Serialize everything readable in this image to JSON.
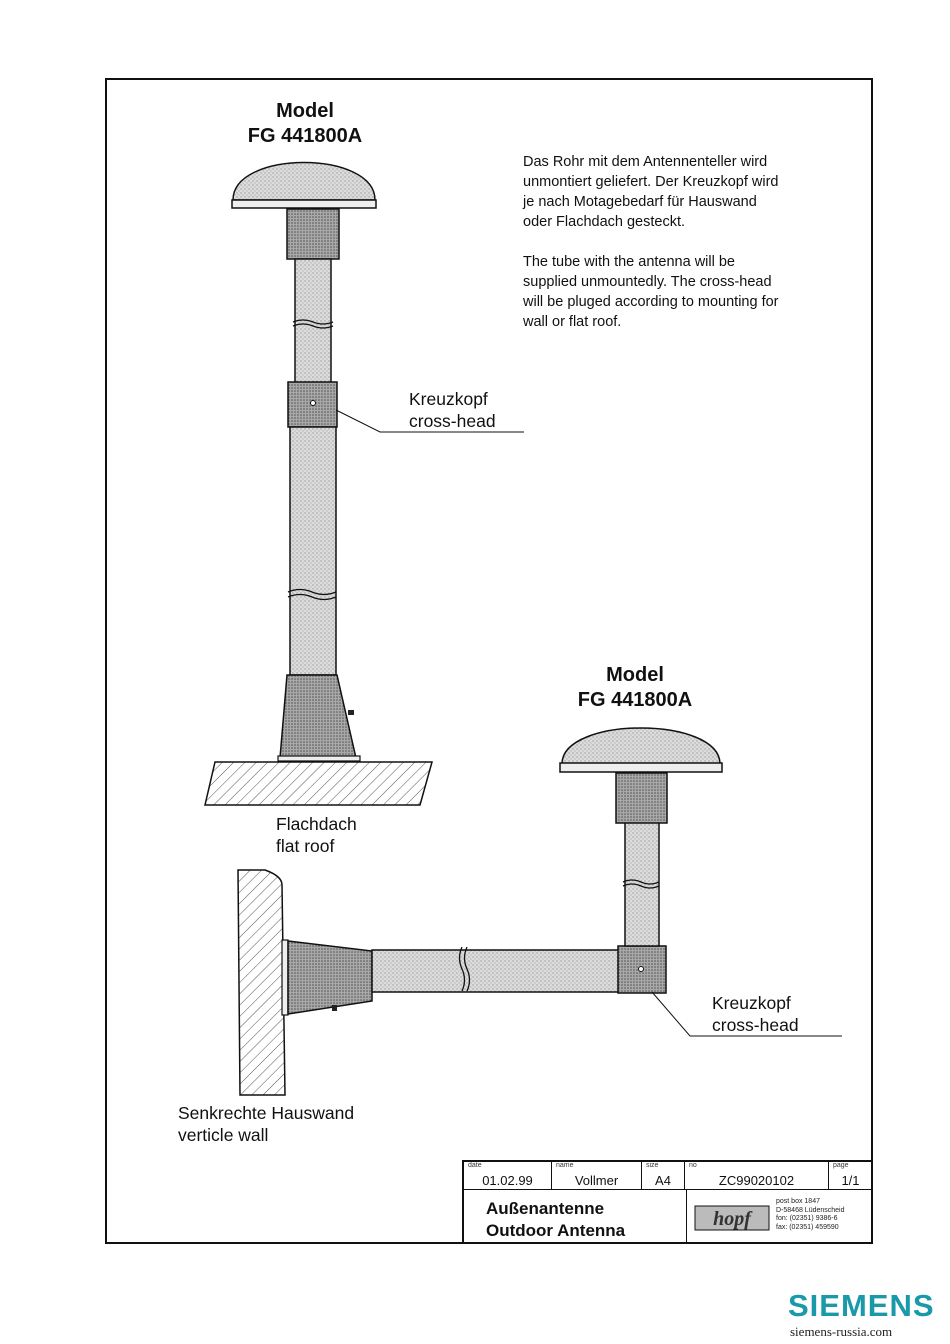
{
  "model_top": {
    "line1": "Model",
    "line2": "FG 441800A"
  },
  "model_right": {
    "line1": "Model",
    "line2": "FG 441800A"
  },
  "note_de": [
    "Das Rohr mit dem Antennenteller wird",
    "unmontiert geliefert. Der Kreuzkopf wird",
    "je nach Motagebedarf für Hauswand",
    "oder Flachdach gesteckt."
  ],
  "note_en": [
    "The tube with the antenna will be",
    "supplied unmountedly. The cross-head",
    "will be pluged according to mounting for",
    "wall or flat roof."
  ],
  "crosshead_top": {
    "de": "Kreuzkopf",
    "en": "cross-head"
  },
  "crosshead_right": {
    "de": "Kreuzkopf",
    "en": "cross-head"
  },
  "flat_roof": {
    "de": "Flachdach",
    "en": "flat roof"
  },
  "wall": {
    "de": "Senkrechte Hauswand",
    "en": "verticle wall"
  },
  "title_block": {
    "date_caption": "date",
    "date": "01.02.99",
    "name_caption": "name",
    "name": "Vollmer",
    "size_caption": "size",
    "size": "A4",
    "no_caption": "no",
    "number": "ZC99020102",
    "page_caption": "page",
    "page": "1/1",
    "title_de": "Außenantenne",
    "title_en": "Outdoor Antenna",
    "logo_text": "hopf",
    "address": [
      "post box 1847",
      "D-58468 Lüdenscheid",
      "fon: (02351) 9386-6",
      "fax: (02351) 459590"
    ]
  },
  "footer": {
    "brand": "SIEMENS",
    "url": "siemens-russia.com"
  },
  "colors": {
    "line": "#111111",
    "shade": "#c9c9c9",
    "dark_shade": "#8a8a8a",
    "brand": "#1a9aa8"
  }
}
